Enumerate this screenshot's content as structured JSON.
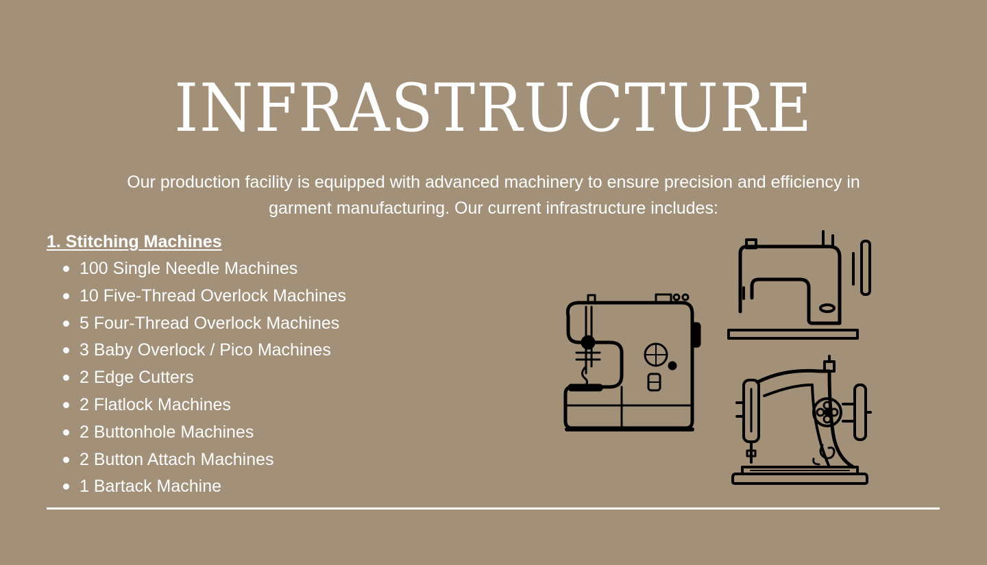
{
  "page": {
    "title": "INFRASTRUCTURE",
    "intro": "Our production facility is equipped with advanced machinery to ensure precision and efficiency in garment manufacturing. Our current infrastructure includes:"
  },
  "stitching": {
    "heading": "1. Stitching Machines",
    "items": [
      "100 Single Needle Machines",
      "10 Five-Thread Overlock Machines",
      "5 Four-Thread Overlock Machines",
      "3 Baby Overlock / Pico Machines",
      "2 Edge Cutters",
      "2 Flatlock Machines",
      "2 Buttonhole Machines",
      "2 Button Attach Machines",
      "1 Bartack Machine"
    ]
  },
  "illustration": {
    "icons": [
      "modern-sewing-machine-icon",
      "industrial-sewing-machine-icon",
      "vintage-sewing-machine-icon"
    ]
  },
  "colors": {
    "background": "#a29079",
    "text": "#ffffff",
    "icon_stroke": "#000000"
  }
}
